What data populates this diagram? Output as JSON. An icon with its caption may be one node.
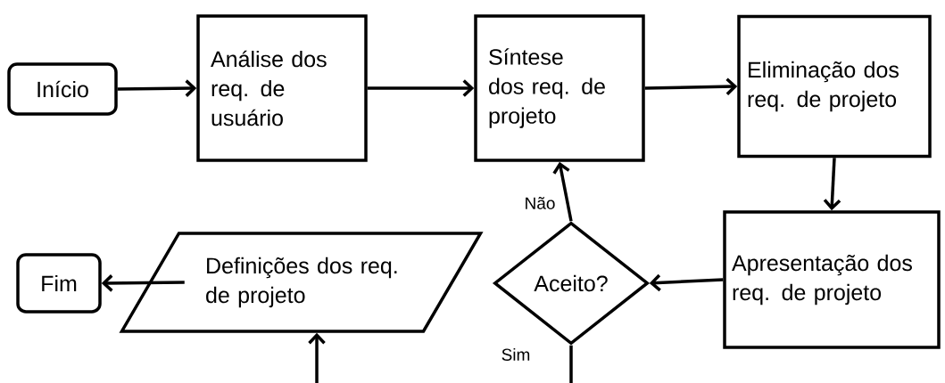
{
  "diagram": {
    "nodes": [
      {
        "text": [
          "Início"
        ]
      },
      {
        "text": [
          "Análise dos req. de usuário"
        ]
      },
      {
        "text": [
          "Síntese dos req. de projeto"
        ]
      },
      {
        "text": [
          "Eliminação dos req. de projeto"
        ]
      },
      {
        "text": [
          "Apresentação dos req. de projeto"
        ]
      },
      {
        "text": [
          "Aceito?"
        ]
      },
      {
        "text": [
          "Definições dos req. de projeto"
        ]
      },
      {
        "text": [
          "Fim"
        ]
      }
    ],
    "edges": [
      {
        "from": 0,
        "to": 1,
        "arrow": "to"
      },
      {
        "from": 1,
        "to": 2,
        "arrow": "to"
      },
      {
        "from": 2,
        "to": 3,
        "arrow": "to"
      },
      {
        "from": 3,
        "to": 4,
        "arrow": "to"
      },
      {
        "from": 4,
        "to": 5,
        "arrow": "to"
      },
      {
        "from": 5,
        "to": 2,
        "arrow": "to",
        "label": "Não"
      },
      {
        "from": 6,
        "to": 7,
        "arrow": "to"
      },
      {
        "from": 5,
        "to": null,
        "arrow": "none",
        "label": "Sim"
      },
      {
        "from": null,
        "to": 6,
        "arrow": "to"
      }
    ]
  }
}
